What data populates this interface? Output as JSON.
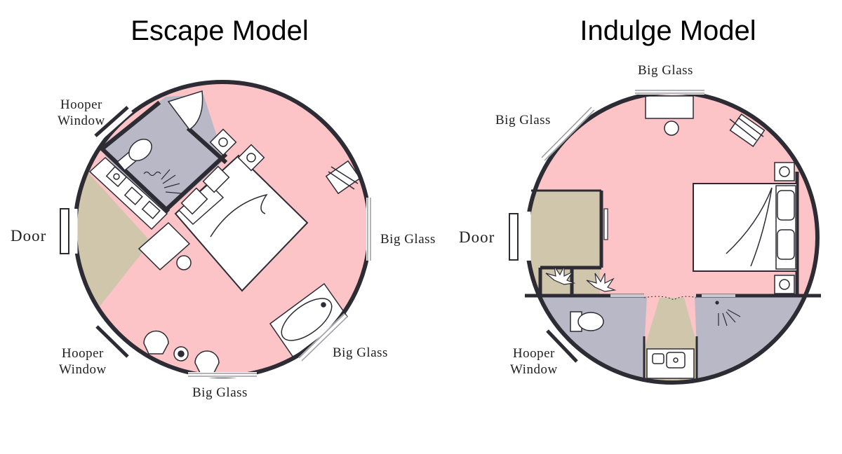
{
  "titles": {
    "escape": "Escape Model",
    "indulge": "Indulge Model"
  },
  "escape": {
    "labels": {
      "hooper_top": "Hooper Window",
      "hooper_top_line1": "Hooper",
      "hooper_top_line2": "Window",
      "door": "Door",
      "big_glass_right": "Big Glass",
      "hooper_bottom_line1": "Hooper",
      "hooper_bottom_line2": "Window",
      "big_glass_bottom_right": "Big Glass",
      "big_glass_bottom": "Big Glass"
    }
  },
  "indulge": {
    "labels": {
      "big_glass_top": "Big Glass",
      "big_glass_left": "Big Glass",
      "door": "Door",
      "hooper_line1": "Hooper",
      "hooper_line2": "Window"
    }
  },
  "colors": {
    "living": "#fdc4c8",
    "bathroom": "#b9b8c6",
    "entry": "#cfc6ac",
    "wall": "#2d2b33",
    "furniture": "#ffffff"
  }
}
